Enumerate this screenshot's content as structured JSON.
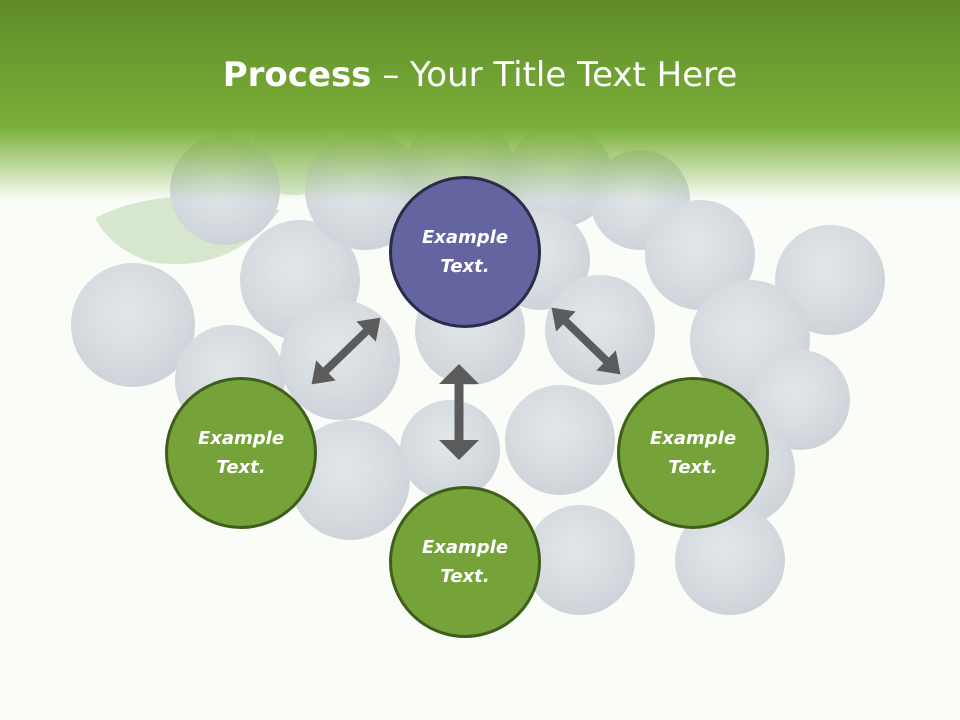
{
  "slide": {
    "title_bold": "Process",
    "title_rest": " – Your Title Text Here"
  },
  "nodes": [
    {
      "id": "top",
      "text": "Example\nText.",
      "color": "#6464a0",
      "border": "#2a2c48"
    },
    {
      "id": "left",
      "text": "Example\nText.",
      "color": "#76a23a",
      "border": "#3f5e1a"
    },
    {
      "id": "bottom",
      "text": "Example\nText.",
      "color": "#76a23a",
      "border": "#3f5e1a"
    },
    {
      "id": "right",
      "text": "Example\nText.",
      "color": "#76a23a",
      "border": "#3f5e1a"
    }
  ],
  "colors": {
    "header_dark": "#5e8a28",
    "header_light": "#7bb03a",
    "arrow": "#5b5b5b",
    "background": "#fafcf8"
  }
}
